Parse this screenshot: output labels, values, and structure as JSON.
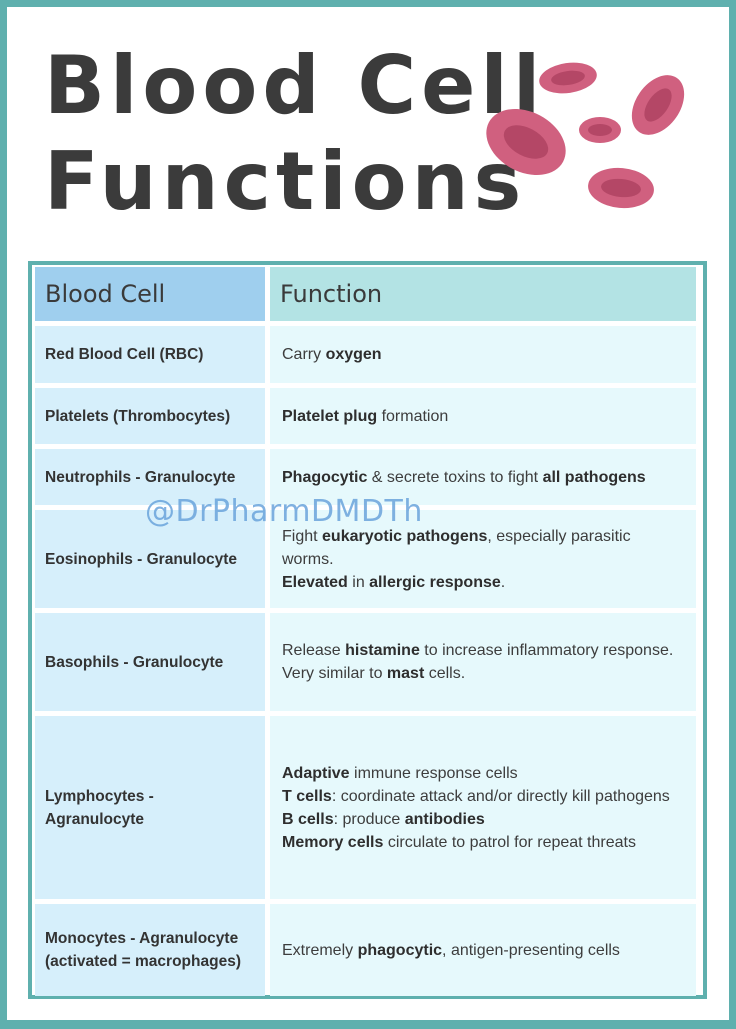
{
  "title": {
    "line1": "Blood Cell",
    "line2": "Functions"
  },
  "table": {
    "headers": [
      "Blood Cell",
      "Function"
    ],
    "rows": [
      {
        "cell": "Red Blood Cell (RBC)",
        "func": [
          [
            [
              "Carry ",
              false
            ],
            [
              "oxygen",
              true
            ]
          ]
        ]
      },
      {
        "cell": "Platelets (Thrombocytes)",
        "func": [
          [
            [
              "Platelet plug",
              true
            ],
            [
              " formation",
              false
            ]
          ]
        ]
      },
      {
        "cell": "Neutrophils - Granulocyte",
        "func": [
          [
            [
              "Phagocytic",
              true
            ],
            [
              " & secrete toxins to fight ",
              false
            ],
            [
              "all pathogens",
              true
            ]
          ]
        ]
      },
      {
        "cell": "Eosinophils - Granulocyte",
        "func": [
          [
            [
              "Fight ",
              false
            ],
            [
              "eukaryotic pathogens",
              true
            ],
            [
              ", especially parasitic worms.",
              false
            ]
          ],
          [
            [
              "Elevated",
              true
            ],
            [
              " in ",
              false
            ],
            [
              "allergic response",
              true
            ],
            [
              ".",
              false
            ]
          ]
        ]
      },
      {
        "cell": "Basophils - Granulocyte",
        "func": [
          [
            [
              "Release ",
              false
            ],
            [
              "histamine",
              true
            ],
            [
              " to increase inflammatory response.",
              false
            ]
          ],
          [
            [
              "Very similar to ",
              false
            ],
            [
              "mast",
              true
            ],
            [
              " cells.",
              false
            ]
          ]
        ]
      },
      {
        "cell": "Lymphocytes - Agranulocyte",
        "func": [
          [
            [
              "Adaptive",
              true
            ],
            [
              " immune response cells",
              false
            ]
          ],
          [
            [
              "T cells",
              true
            ],
            [
              ": coordinate attack and/or directly kill pathogens",
              false
            ]
          ],
          [
            [
              "B cells",
              true
            ],
            [
              ": produce ",
              false
            ],
            [
              "antibodies",
              true
            ]
          ],
          [
            [
              "Memory cells",
              true
            ],
            [
              " circulate to patrol for repeat threats",
              false
            ]
          ]
        ]
      },
      {
        "cell": "Monocytes - Agranulocyte\n(activated = macrophages)",
        "func": [
          [
            [
              "Extremely ",
              false
            ],
            [
              "phagocytic",
              true
            ],
            [
              ", antigen-presenting cells",
              false
            ]
          ]
        ]
      }
    ]
  },
  "watermark": "@DrPharmDMDTh",
  "colors": {
    "frame": "#5fb0ae",
    "header_cell": "#9fcfee",
    "header_func": "#b3e3e4",
    "cell_bg": "#d6effb",
    "func_bg": "#e6f9fc",
    "rbc": "#d0607f",
    "watermark": "#6ba4dc"
  },
  "icons": [
    "red-blood-cell-icon"
  ]
}
